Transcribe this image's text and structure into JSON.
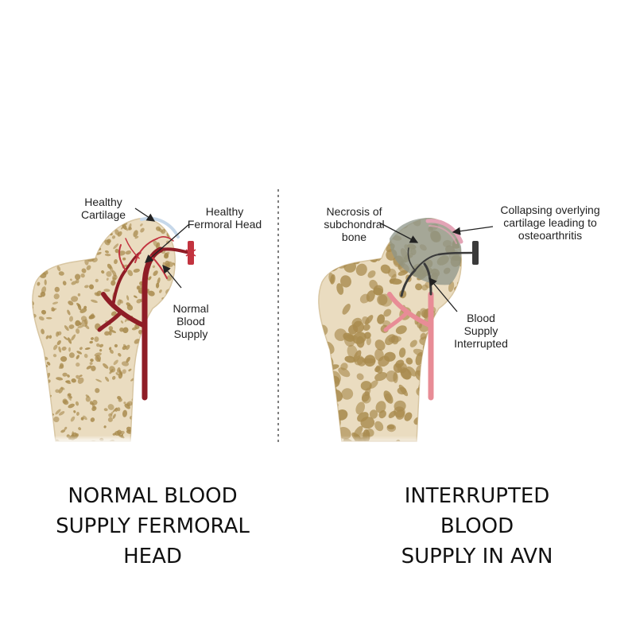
{
  "left": {
    "labels": {
      "healthy_cartilage": [
        "Healthy",
        "Cartilage"
      ],
      "healthy_head": [
        "Healthy",
        "Fermoral Head"
      ],
      "normal_supply": [
        "Normal",
        "Blood",
        "Supply"
      ]
    },
    "caption": [
      "NORMAL BLOOD",
      "SUPPLY FERMORAL",
      "HEAD"
    ]
  },
  "right": {
    "labels": {
      "necrosis": [
        "Necrosis of",
        "subchondral",
        "bone"
      ],
      "collapsing": [
        "Collapsing overlying",
        "cartilage leading to",
        "osteoarthritis"
      ],
      "interrupted": [
        "Blood",
        "Supply",
        "Interrupted"
      ]
    },
    "caption": [
      "INTERRUPTED",
      "BLOOD",
      "SUPPLY IN AVN"
    ]
  },
  "colors": {
    "bone": "#eadcc0",
    "bone_outline": "#d8c6a2",
    "trabecula": "#a98b4e",
    "artery_normal": "#8f1d26",
    "artery_normal_light": "#c2333f",
    "artery_interrupted": "#e88c96",
    "artery_dark": "#3a3a3a",
    "cartilage_healthy": "#c6d8ea",
    "cartilage_damaged": "#e3a4b6",
    "necrosis": "#8e9589",
    "divider": "#555555"
  }
}
